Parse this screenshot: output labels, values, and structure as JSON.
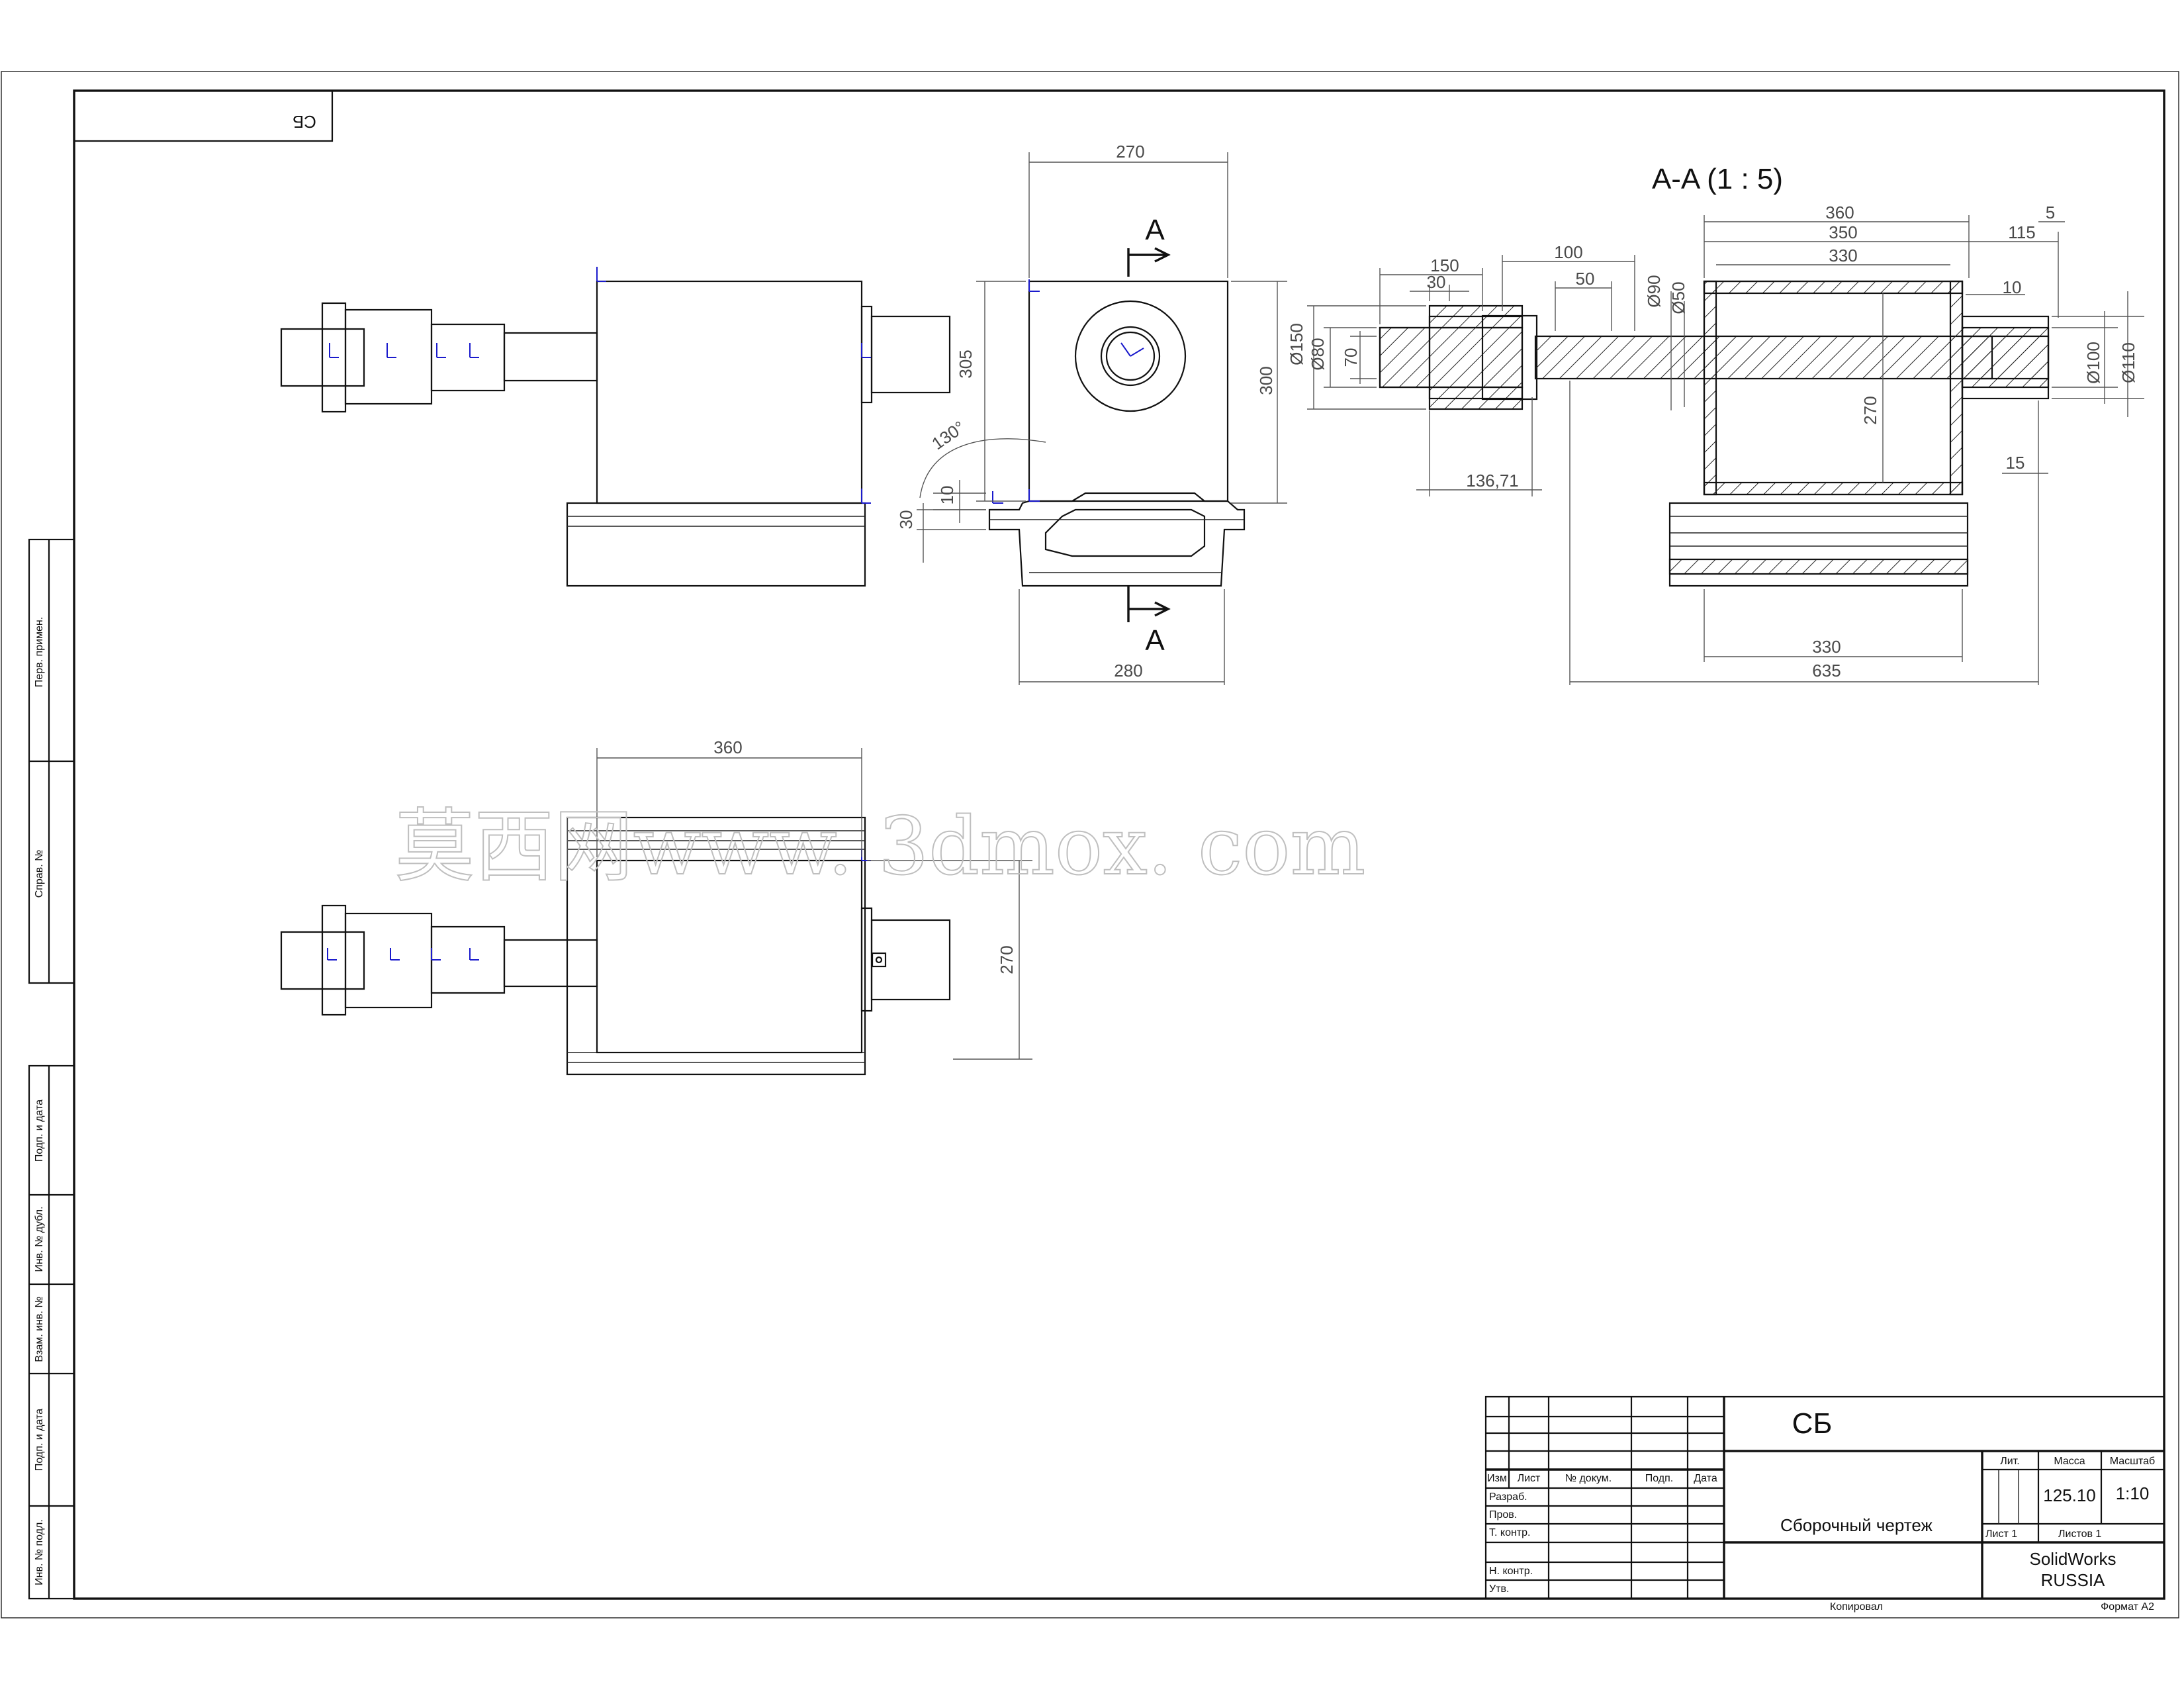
{
  "drawing": {
    "corner_stamp": "СБ",
    "section_title": "A-A (1 : 5)",
    "section_marks": [
      "A",
      "A"
    ],
    "watermark": "莫西网www. 3dmox. com"
  },
  "dimensions": {
    "front": {
      "top_width": "270",
      "height_left": "305",
      "height_right": "300",
      "bottom_width": "280",
      "angle": "130°",
      "step_10": "10",
      "step_30": "30"
    },
    "section": {
      "d150": "Ø150",
      "d80": "Ø80",
      "w70": "70",
      "w150": "150",
      "w30": "30",
      "w100": "100",
      "w50": "50",
      "d90": "Ø90",
      "d50": "Ø50",
      "w360": "360",
      "w350": "350",
      "w330": "330",
      "w115": "115",
      "w5": "5",
      "w10": "10",
      "d100": "Ø100",
      "d110": "Ø110",
      "h270": "270",
      "w15": "15",
      "w136": "136,71",
      "b330": "330",
      "b635": "635"
    },
    "plan": {
      "w360": "360",
      "h270": "270"
    }
  },
  "side_stamps": [
    "Перв. примен.",
    "Справ. №",
    "Подп. и дата",
    "Инв. № дубл.",
    "Взам. инв. №",
    "Подп. и дата",
    "Инв. № подл."
  ],
  "title_block": {
    "code": "СБ",
    "doc_type": "Сборочный чертеж",
    "headers": {
      "izm": "Изм",
      "list": "Лист",
      "doc_num": "№ докум.",
      "sign": "Подп.",
      "date": "Дата"
    },
    "roles": [
      "Разраб.",
      "Пров.",
      "Т. контр.",
      "Н. контр.",
      "Утв."
    ],
    "lit": "Лит.",
    "mass_label": "Масса",
    "scale_label": "Масштаб",
    "mass": "125.10",
    "scale": "1:10",
    "sheet": "Лист 1",
    "sheets": "Листов 1",
    "company_line1": "SolidWorks",
    "company_line2": "RUSSIA",
    "copied": "Копировал",
    "format": "Формат A2"
  }
}
